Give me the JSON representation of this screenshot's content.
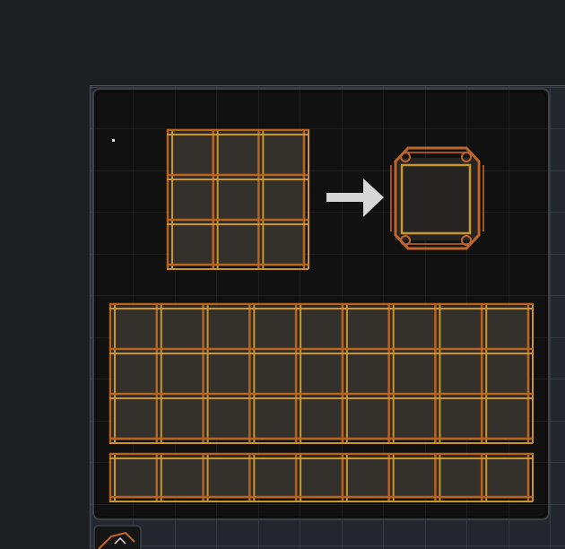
{
  "app": {
    "view": "tileset-editor",
    "theme": {
      "background": "#1d1f23",
      "panel_fill": "#121212",
      "panel_border": "#3a3c40",
      "grid_line": "#6f7686",
      "tile_fill": "#2e2b28",
      "frame_orange": "#b9641e",
      "frame_gold": "#c8962a",
      "arrow": "#d7d7d7"
    }
  },
  "canvas": {
    "grid_visible": true,
    "icons": {
      "transform_arrow": "right-arrow-icon",
      "result_frame": "ornate-frame-icon",
      "next_tile": "tile-thumbnail-icon"
    }
  },
  "tilesets": {
    "source": {
      "cols": 3,
      "rows": 3
    },
    "result": {
      "cols": 1,
      "rows": 1
    },
    "strip_main": {
      "cols": 9,
      "rows": 3
    },
    "strip_bottom": {
      "cols": 9,
      "rows": 1
    }
  }
}
